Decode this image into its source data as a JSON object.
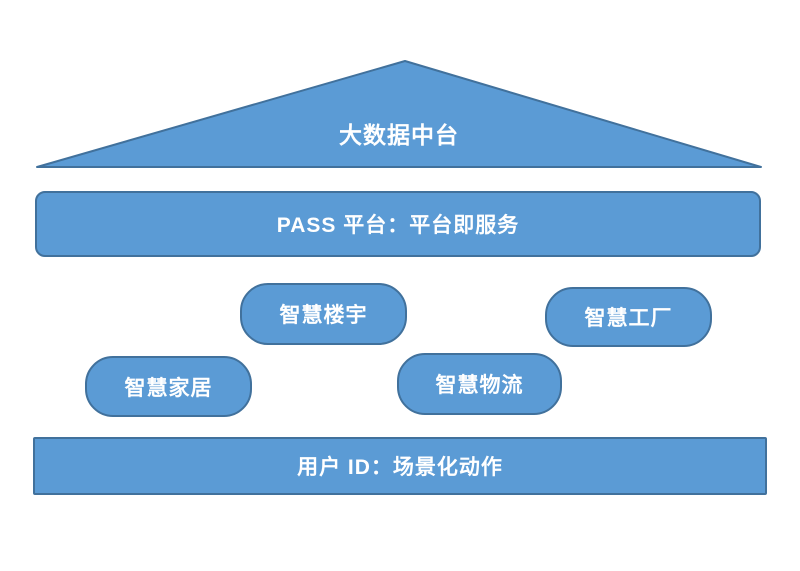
{
  "diagram": {
    "roof": {
      "label": "大数据中台"
    },
    "platform_bar": {
      "label": "PASS 平台：平台即服务"
    },
    "pills": [
      {
        "id": "smart-building",
        "label": "智慧楼宇"
      },
      {
        "id": "smart-factory",
        "label": "智慧工厂"
      },
      {
        "id": "smart-home",
        "label": "智慧家居"
      },
      {
        "id": "smart-logistics",
        "label": "智慧物流"
      }
    ],
    "base_bar": {
      "label": "用户 ID：场景化动作"
    },
    "colors": {
      "shape_fill": "#5B9BD5",
      "shape_border": "#41719C",
      "text": "#FFFFFF",
      "background": "#FFFFFF"
    }
  }
}
